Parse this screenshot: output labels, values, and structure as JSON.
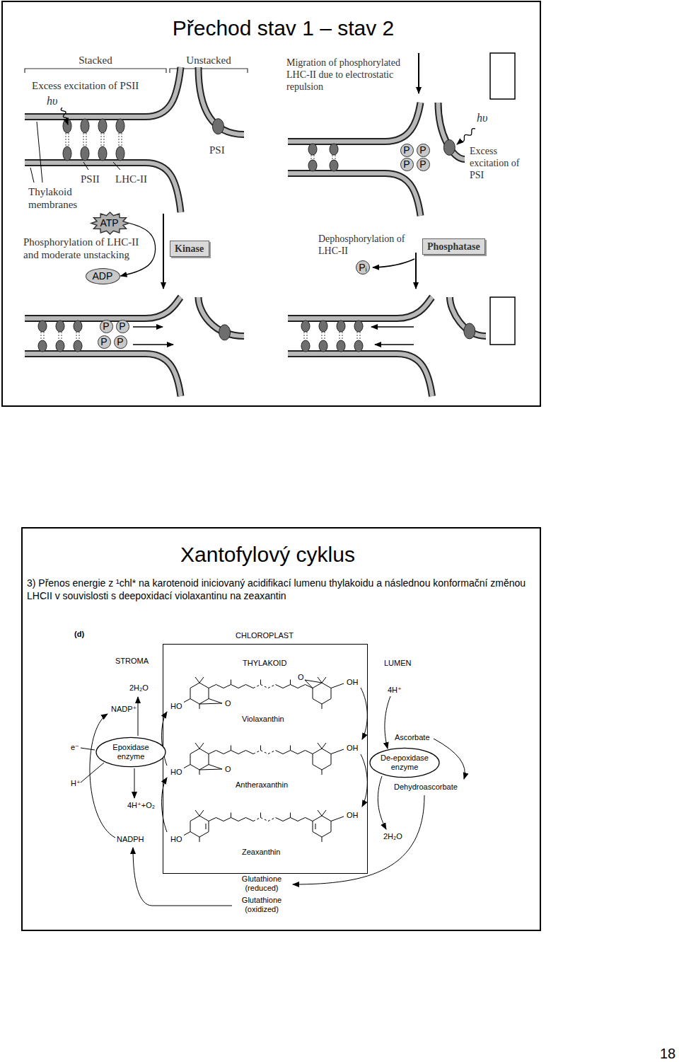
{
  "diagram": {
    "nodes": [
      {
        "text": [
          "Přechod stav 1 – stav 2"
        ]
      },
      {
        "text": [
          "P"
        ],
        "in": 0
      },
      {
        "text": [
          "P"
        ],
        "in": 0
      },
      {
        "text": [
          "P"
        ],
        "in": 0
      },
      {
        "text": [
          "P"
        ],
        "in": 0
      },
      {
        "text": [
          "ATP"
        ],
        "in": 0
      },
      {
        "text": [
          "Kinase"
        ],
        "in": 0
      },
      {
        "text": [
          "Phosphatase"
        ],
        "in": 0
      },
      {
        "text": [
          "Pᵢ"
        ],
        "in": 0
      },
      {
        "text": [
          "ADP"
        ],
        "in": 0
      },
      {
        "text": [
          "P"
        ],
        "in": 0
      },
      {
        "text": [
          "P"
        ],
        "in": 0
      },
      {
        "text": [
          "P"
        ],
        "in": 0
      },
      {
        "text": [
          "P"
        ],
        "in": 0
      },
      {
        "text": [
          "Xantofylový cyklus",
          "3) Přenos energie z ¹chl* na karotenoid iniciovaný acidifikací lumenu thylakoidu a následnou konformační změnou LHCII v souvislosti s deepoxidací violaxantinu na zeaxantin"
        ]
      },
      {
        "text": [
          "CHLOROPLAST",
          "THYLAKOID"
        ],
        "in": 14
      },
      {
        "text": [
          "Epoxidase enzyme"
        ],
        "in": 14
      },
      {
        "text": [
          "De-epoxidase enzyme"
        ],
        "in": 14
      }
    ],
    "edges": [
      {
        "from": 5,
        "to": 9,
        "arrow": "to"
      }
    ],
    "labels": [
      "Stacked",
      "Unstacked",
      "Migration of phosphorylated LHC-II due to electrostatic repulsion",
      "Excess excitation of PSII",
      "hυ",
      "hυ",
      "PSI",
      "Excess excitation of PSI",
      "PSII",
      "LHC-II",
      "Thylakoid membranes",
      "Phosphorylation of LHC-II and moderate unstacking",
      "Dephosphorylation of LHC-II",
      "(d)",
      "STROMA",
      "LUMEN",
      "2H₂O",
      "OH",
      "O",
      "4H⁺",
      "NADP⁺",
      "O",
      "HO",
      "Violaxanthin",
      "Ascorbate",
      "e⁻",
      "OH",
      "O",
      "HO",
      "H⁺",
      "Antheraxanthin",
      "Dehydroascorbate",
      "4H⁺+O₂",
      "OH",
      "2H₂O",
      "NADPH",
      "HO",
      "Zeaxanthin",
      "Glutathione (reduced)",
      "Glutathione (oxidized)",
      "18"
    ]
  }
}
